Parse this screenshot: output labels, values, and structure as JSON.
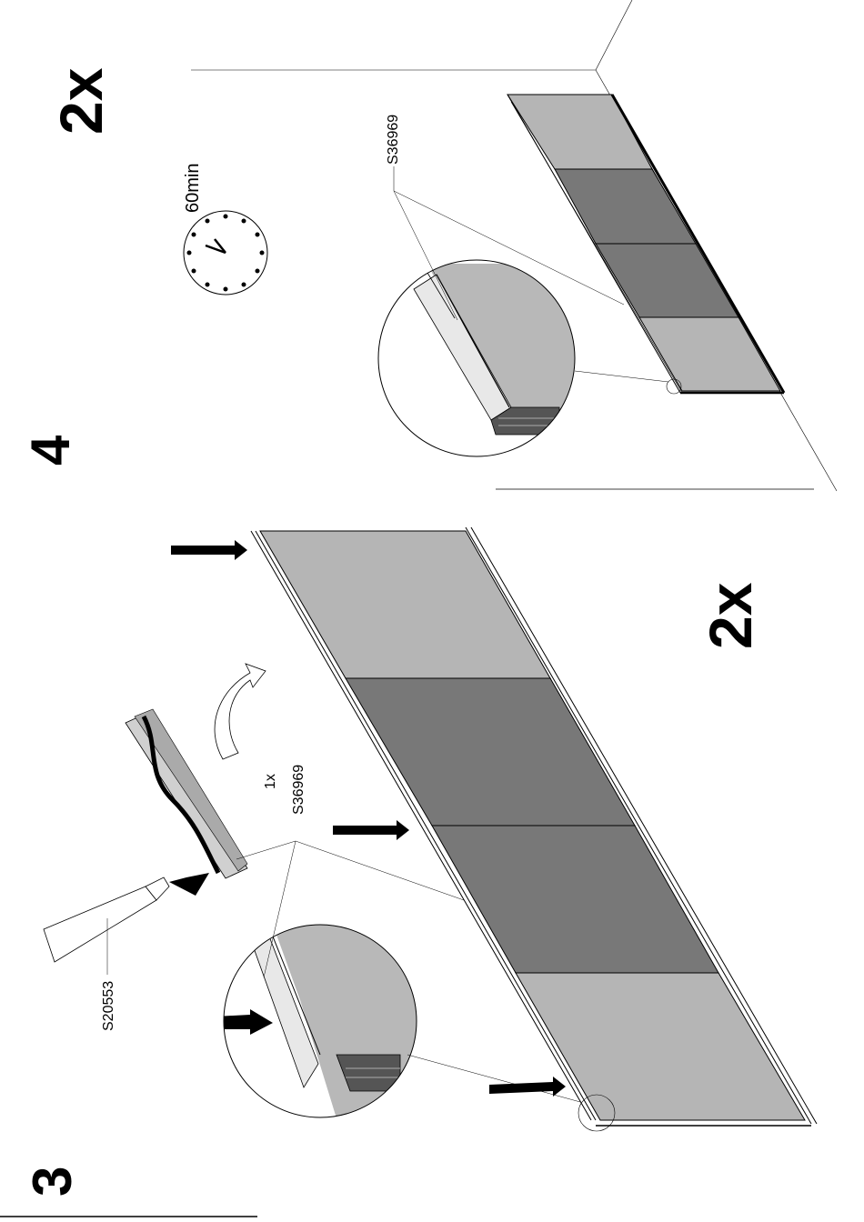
{
  "step3": {
    "number": "3",
    "quantity": "2x",
    "glue_part": "S20553",
    "profile_count": "1x",
    "profile_part": "S36969"
  },
  "step4": {
    "number": "4",
    "quantity": "2x",
    "wait_time": "60min",
    "profile_part": "S36969"
  },
  "colors": {
    "panel_light": "#b3b3b3",
    "panel_dark": "#7a7a7a",
    "line": "#000000"
  }
}
